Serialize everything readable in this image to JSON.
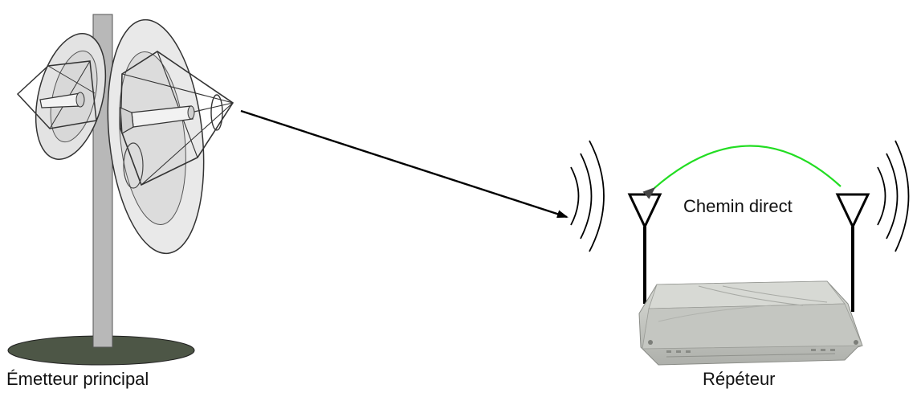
{
  "labels": {
    "emitter": "Émetteur principal",
    "repeater": "Répéteur",
    "direct_path": "Chemin direct"
  },
  "colors": {
    "background": "#ffffff",
    "stroke": "#000000",
    "dish_fill": "#e6e6e6",
    "pole_fill": "#b8b8b8",
    "base_fill": "#4d5646",
    "direct_path": "#22dd22",
    "device_body": "#c9cbc6"
  }
}
